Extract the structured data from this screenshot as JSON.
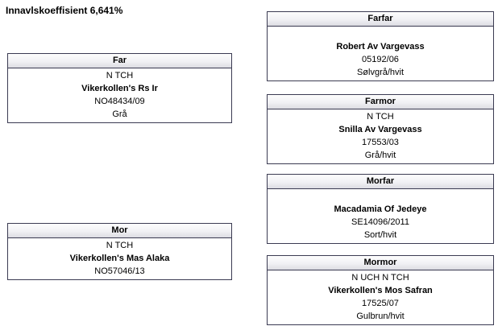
{
  "page": {
    "title": "Innavlskoeffisient 6,641%"
  },
  "boxes": {
    "far": {
      "header": "Far",
      "titles": "N TCH",
      "name": "Vikerkollen's Rs Ir",
      "regnr": "NO48434/09",
      "color": "Grå"
    },
    "mor": {
      "header": "Mor",
      "titles": "N TCH",
      "name": "Vikerkollen's Mas Alaka",
      "regnr": "NO57046/13"
    },
    "farfar": {
      "header": "Farfar",
      "titles": "",
      "name": "Robert Av Vargevass",
      "regnr": "05192/06",
      "color": "Sølvgrå/hvit"
    },
    "farmor": {
      "header": "Farmor",
      "titles": "N TCH",
      "name": "Snilla Av Vargevass",
      "regnr": "17553/03",
      "color": "Grå/hvit"
    },
    "morfar": {
      "header": "Morfar",
      "titles": "",
      "name": "Macadamia Of Jedeye",
      "regnr": "SE14096/2011",
      "color": "Sort/hvit"
    },
    "mormor": {
      "header": "Mormor",
      "titles": "N UCH N TCH",
      "name": "Vikerkollen's Mos Safran",
      "regnr": "17525/07",
      "color": "Gulbrun/hvit"
    }
  },
  "colors": {
    "box_border": "#3b3b52",
    "header_gradient_top": "#fdfdfd",
    "header_gradient_bottom": "#dcdce2",
    "text": "#000000",
    "background": "#ffffff"
  }
}
